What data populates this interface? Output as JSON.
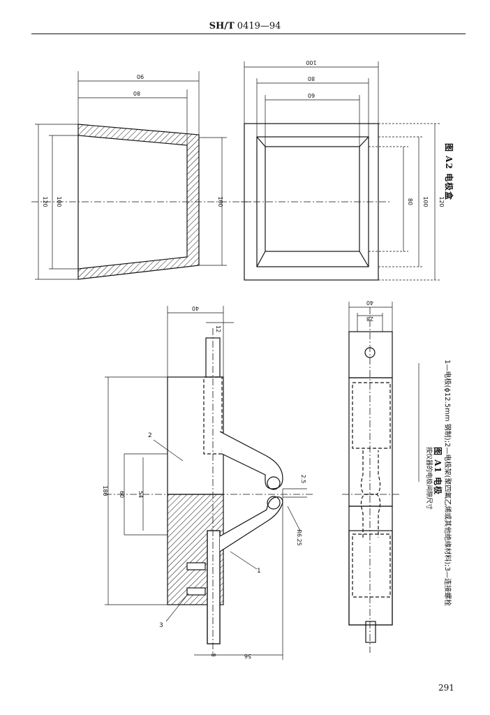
{
  "header": {
    "prefix": "SH/T",
    "number": "0419—94"
  },
  "page_number": "291",
  "figure_a2": {
    "caption": "图 A2   电极盒",
    "left_view_dims": {
      "top_outer": "90",
      "top_inner": "80",
      "left_outer": "120",
      "left_inner": "100",
      "right": "100"
    },
    "right_view_dims": {
      "top_outer": "100",
      "top_mid": "80",
      "top_inner": "60",
      "right_inner": "80",
      "right_mid": "100",
      "right_outer": "120"
    }
  },
  "figure_a1": {
    "caption": "图 A1   电极",
    "note": "按仪器的电极间隙尺寸",
    "legend": "1—电极(ϕ12.5mm 钢制);2—电极架(聚四氟乙烯或其他绝缘材料);3—连接螺栓",
    "dims": {
      "top_width": "40",
      "top_small": "12",
      "height_total": "180",
      "height_a": "60",
      "height_b": "54",
      "gap": "2.5",
      "radius": "R6.25",
      "bottom_left": "8",
      "bottom_right": "56",
      "right_top_outer": "40",
      "right_top_inner": "28"
    },
    "labels": {
      "part1": "1",
      "part2": "2",
      "part3": "3"
    }
  }
}
